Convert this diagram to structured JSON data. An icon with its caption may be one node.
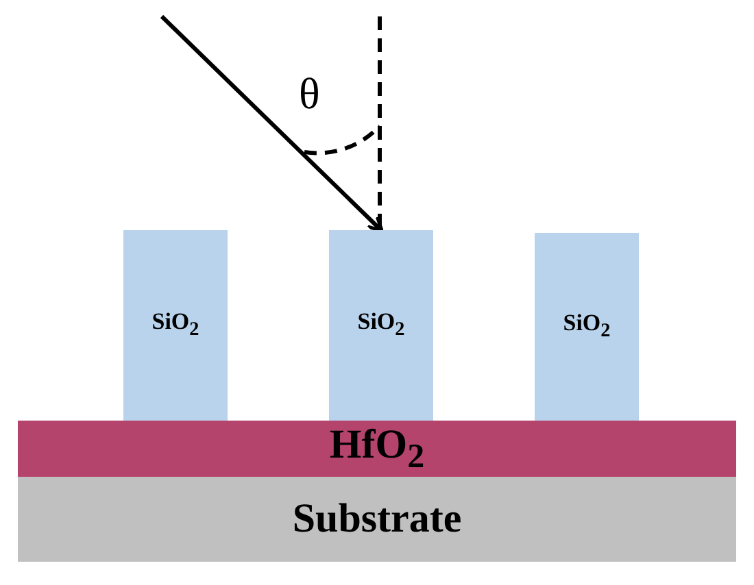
{
  "diagram": {
    "nodes": [
      {
        "text": [
          "SiO$_{2}$"
        ]
      },
      {
        "text": [
          "SiO$_{2}$"
        ]
      },
      {
        "text": [
          "SiO$_{2}$"
        ]
      },
      {
        "text": [
          "HfO$_{2}$"
        ]
      },
      {
        "text": [
          "Substrate"
        ]
      }
    ],
    "edges": [
      {
        "from": null,
        "to": 1,
        "arrow": "to"
      }
    ],
    "labels": [
      "θ"
    ]
  }
}
